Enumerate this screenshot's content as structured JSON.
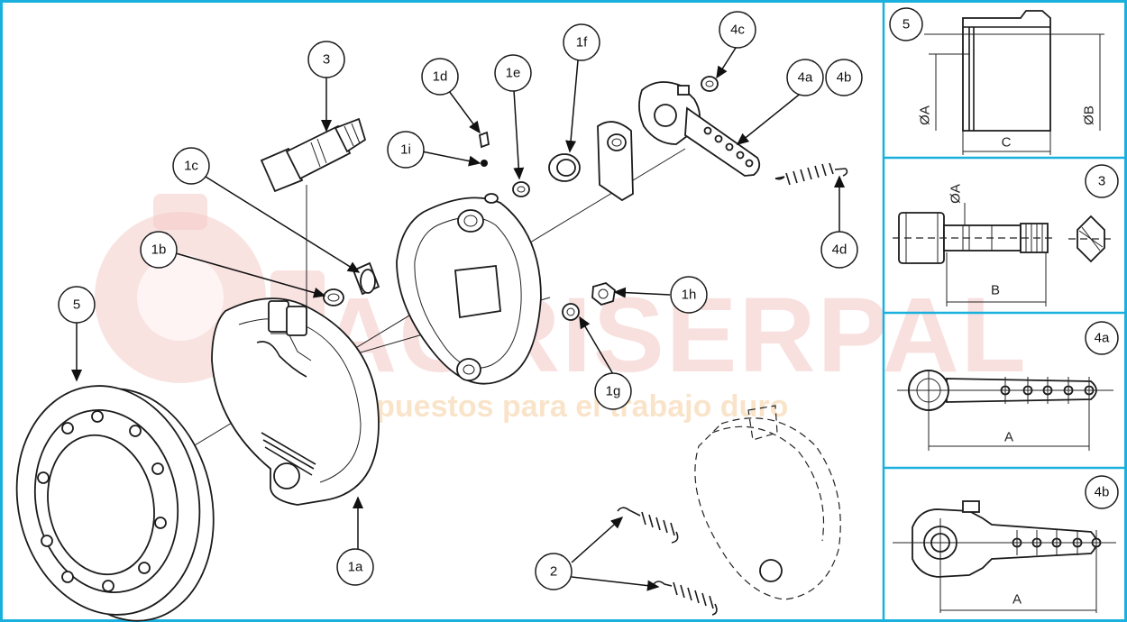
{
  "watermark": {
    "brand": "AGRISERPAL",
    "tagline": "repuestos para el trabajo duro"
  },
  "callouts": {
    "c3": "3",
    "c1d": "1d",
    "c1e": "1e",
    "c1f": "1f",
    "c4c": "4c",
    "c4a": "4a",
    "c4b": "4b",
    "c1i": "1i",
    "c1c": "1c",
    "c1b": "1b",
    "c5": "5",
    "c1h": "1h",
    "c1g": "1g",
    "c4d": "4d",
    "c1a": "1a",
    "c2": "2"
  },
  "panels": {
    "drum": {
      "number": "5",
      "dim_a": "ØA",
      "dim_b": "ØB",
      "dim_c": "C"
    },
    "cam": {
      "number": "3",
      "dim_a": "ØA",
      "dim_b": "B"
    },
    "lever_4a": {
      "number": "4a",
      "dim_a": "A"
    },
    "lever_4b": {
      "number": "4b",
      "dim_a": "A"
    }
  },
  "colors": {
    "frame": "#1ab0de",
    "watermark_main": "#f3c7c4",
    "watermark_sub": "#f7d9b4",
    "line": "#1b1b1b"
  }
}
